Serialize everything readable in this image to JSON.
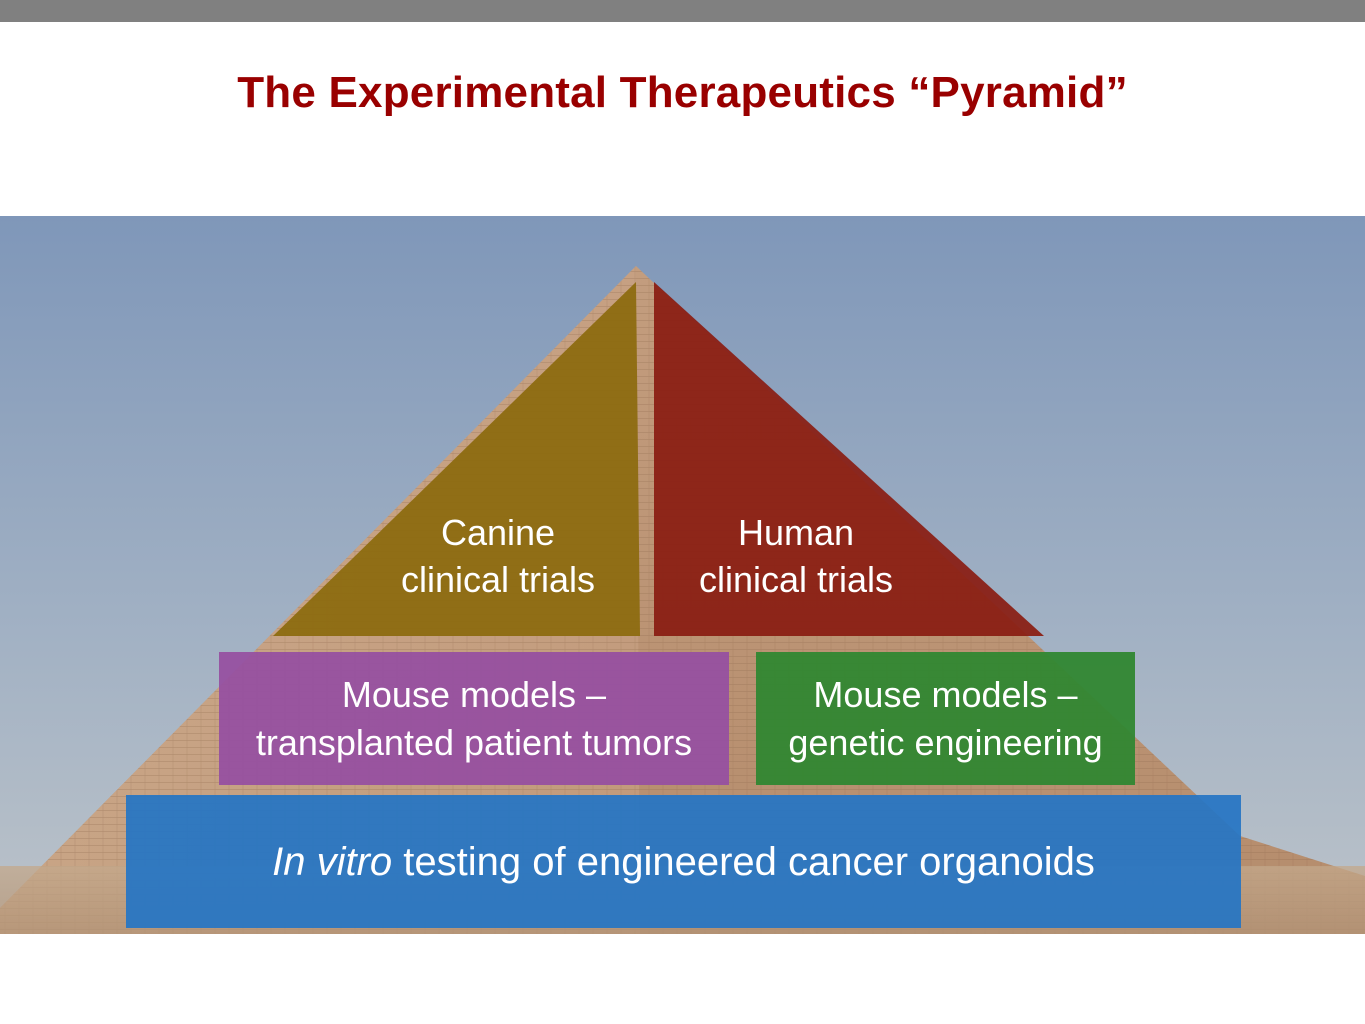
{
  "slide": {
    "title": "The Experimental Therapeutics “Pyramid”"
  },
  "pyramid": {
    "left_triangle": {
      "line1": "Canine",
      "line2": "clinical trials",
      "color": "#8c6a0e"
    },
    "right_triangle": {
      "line1": "Human",
      "line2": "clinical trials",
      "color": "#8a1d12"
    },
    "middle_left": {
      "line1": "Mouse models –",
      "line2": "transplanted patient tumors",
      "color": "#9650a0"
    },
    "middle_right": {
      "line1": "Mouse models –",
      "line2": "genetic engineering",
      "color": "#308732"
    },
    "base": {
      "italic": "In vitro",
      "rest": " testing of engineered cancer organoids",
      "color": "#2675c4"
    }
  },
  "colors": {
    "title": "#990000",
    "top_bar": "#808080"
  }
}
